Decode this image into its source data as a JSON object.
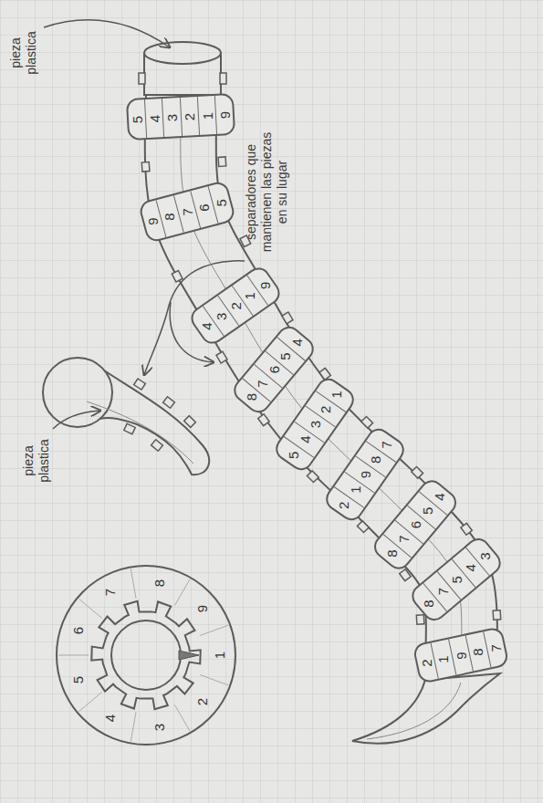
{
  "diagram": {
    "nodes": [
      {
        "text": [
          "5",
          "4",
          "3",
          "2",
          "1",
          "9"
        ]
      },
      {
        "text": [
          "9",
          "8",
          "7",
          "6",
          "5"
        ]
      },
      {
        "text": [
          "4",
          "3",
          "2",
          "1",
          "9"
        ]
      },
      {
        "text": [
          "8",
          "7",
          "6",
          "5",
          "4"
        ]
      },
      {
        "text": [
          "5",
          "4",
          "3",
          "2",
          "1"
        ]
      },
      {
        "text": [
          "2",
          "1",
          "9",
          "8",
          "7"
        ]
      },
      {
        "text": [
          "8",
          "7",
          "6",
          "5",
          "4"
        ]
      },
      {
        "text": [
          "8",
          "7",
          "5",
          "4",
          "3"
        ]
      },
      {
        "text": [
          "2",
          "1",
          "9",
          "8",
          "7"
        ]
      },
      {
        "text": [
          "1",
          "2",
          "3",
          "4",
          "5",
          "6",
          "7",
          "8",
          "9"
        ]
      }
    ],
    "labels": [
      "pieza plastica",
      "separadores que mantienen las piezas en su lugar",
      "pieza plastica"
    ]
  }
}
